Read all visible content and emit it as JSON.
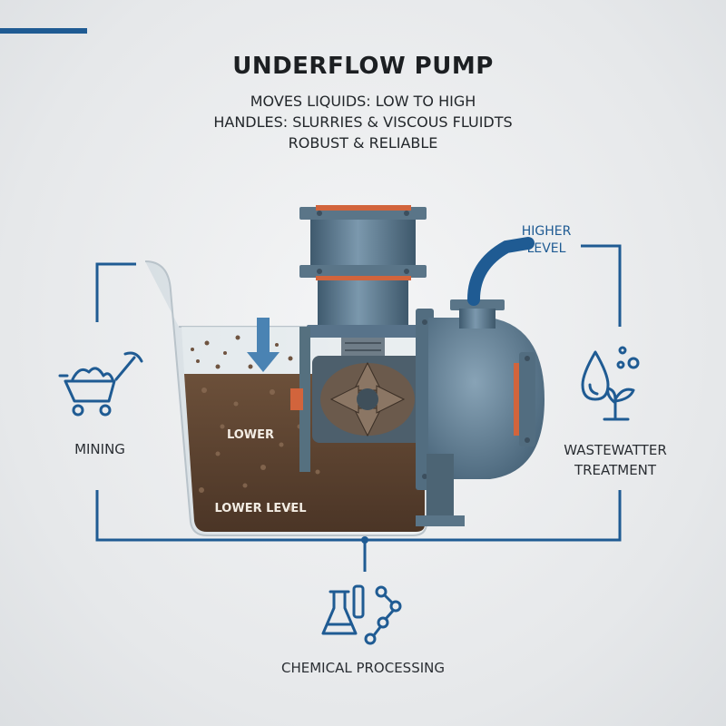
{
  "header": {
    "title": "UNDERFLOW PUMP",
    "lines": [
      "MOVES LIQUIDS: LOW TO HIGH",
      "HANDLES: SLURRIES & VISCOUS FLUIDTS",
      "ROBUST & RELIABLE"
    ]
  },
  "labels": {
    "higher_level": "HIGHER LEVEL",
    "lower": "LOWER",
    "lower_level": "LOWER LEVEL"
  },
  "applications": {
    "mining": "MINING",
    "wastewater": "WASTEWATTER TREATMENT",
    "chemical": "CHEMICAL PROCESSING"
  },
  "icons": {
    "mining": "mining-cart-pickaxe-icon",
    "wastewater": "water-drop-plant-icon",
    "chemical": "flask-molecule-icon"
  },
  "colors": {
    "accent": "#1f5b93",
    "pump_metal": "#5d7d95",
    "flange_gasket": "#d2643c",
    "slurry": "#5e4431"
  }
}
